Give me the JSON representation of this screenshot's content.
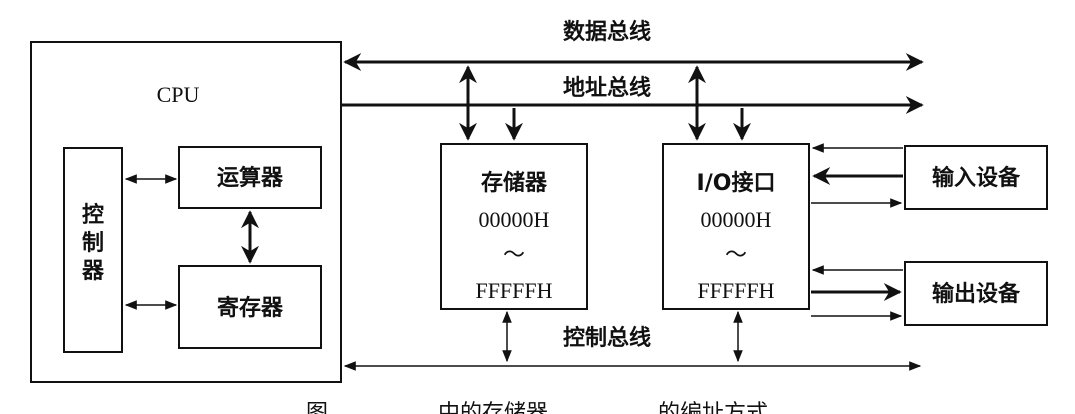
{
  "buses": {
    "data_bus": "数据总线",
    "address_bus": "地址总线",
    "control_bus": "控制总线"
  },
  "cpu": {
    "title": "CPU",
    "controller": [
      "控",
      "制",
      "器"
    ],
    "alu": "运算器",
    "registers": "寄存器"
  },
  "memory": {
    "title": "存储器",
    "start": "00000H",
    "tilde": "～",
    "end": "FFFFFH"
  },
  "io": {
    "title": "I/O接口",
    "start": "00000H",
    "tilde": "～",
    "end": "FFFFFH"
  },
  "devices": {
    "input": "输入设备",
    "output": "输出设备"
  },
  "caption": "图　　　　　中的存储器　　　　　的编址方式"
}
